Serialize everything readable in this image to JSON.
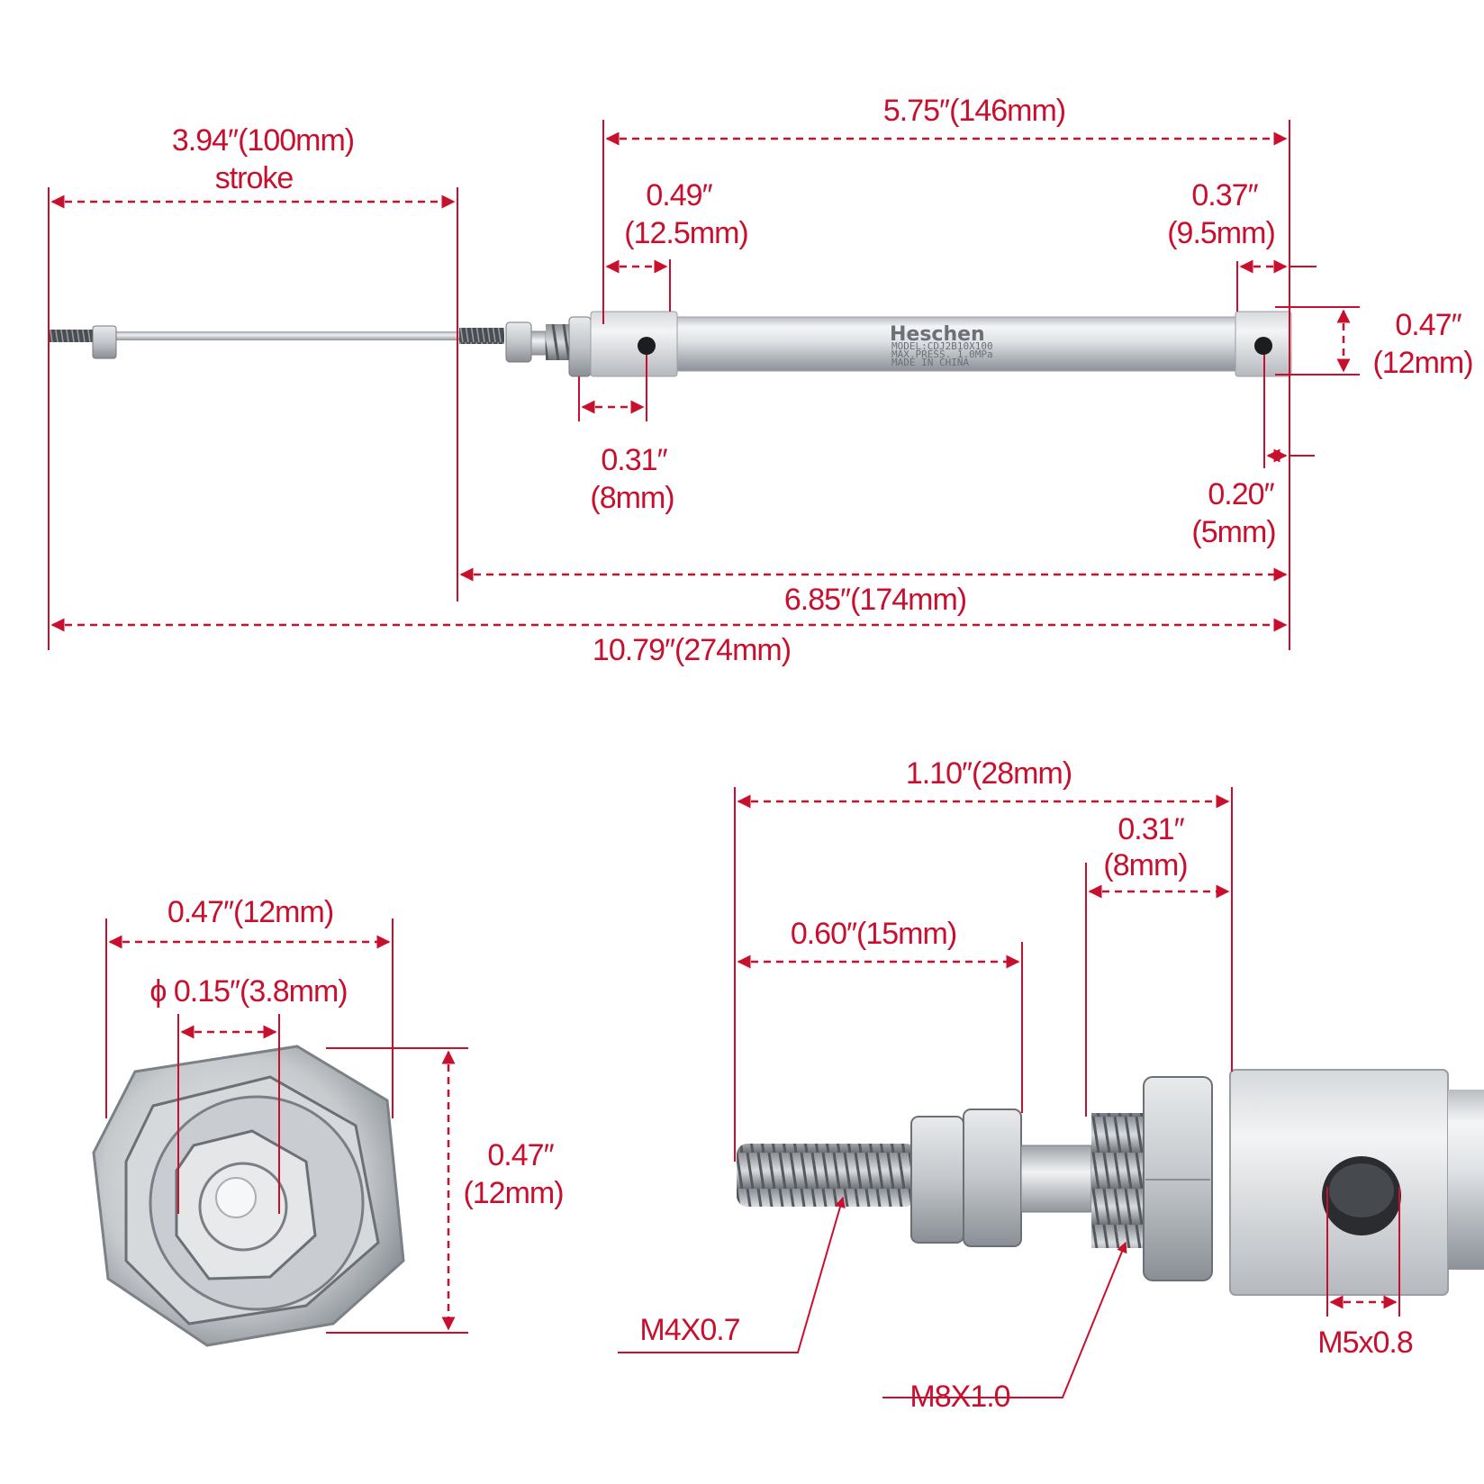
{
  "colors": {
    "dimension": "#c8102e",
    "metal_light": "#eef0f2",
    "metal_dark": "#8d9298"
  },
  "cylinder": {
    "brand": "Heschen",
    "model": "MODEL:CDJ2B10X100",
    "pressure": "MAX.PRESS.   1.0MPa",
    "origin": "MADE IN CHINA"
  },
  "top_view": {
    "stroke": {
      "inch": "3.94″(100mm)",
      "label": "stroke"
    },
    "body_length": "5.75″(146mm)",
    "front_block": {
      "inch": "0.49″",
      "mm": "(12.5mm)"
    },
    "rear_block": {
      "inch": "0.37″",
      "mm": "(9.5mm)"
    },
    "block_height": {
      "inch": "0.47″",
      "mm": "(12mm)"
    },
    "front_hole": {
      "inch": "0.31″",
      "mm": "(8mm)"
    },
    "rear_hole": {
      "inch": "0.20″",
      "mm": "(5mm)"
    },
    "retracted_length": "6.85″(174mm)",
    "extended_length": "10.79″(274mm)"
  },
  "end_view": {
    "width": "0.47″(12mm)",
    "rod_diameter": "ϕ 0.15″(3.8mm)",
    "height": {
      "inch": "0.47″",
      "mm": "(12mm)"
    }
  },
  "detail_view": {
    "total": "1.10″(28mm)",
    "mount_thread_len": {
      "inch": "0.31″",
      "mm": "(8mm)"
    },
    "rod_thread_len": "0.60″(15mm)",
    "rod_thread": "M4X0.7",
    "mount_thread": "M8X1.0",
    "port_thread": "M5x0.8"
  }
}
